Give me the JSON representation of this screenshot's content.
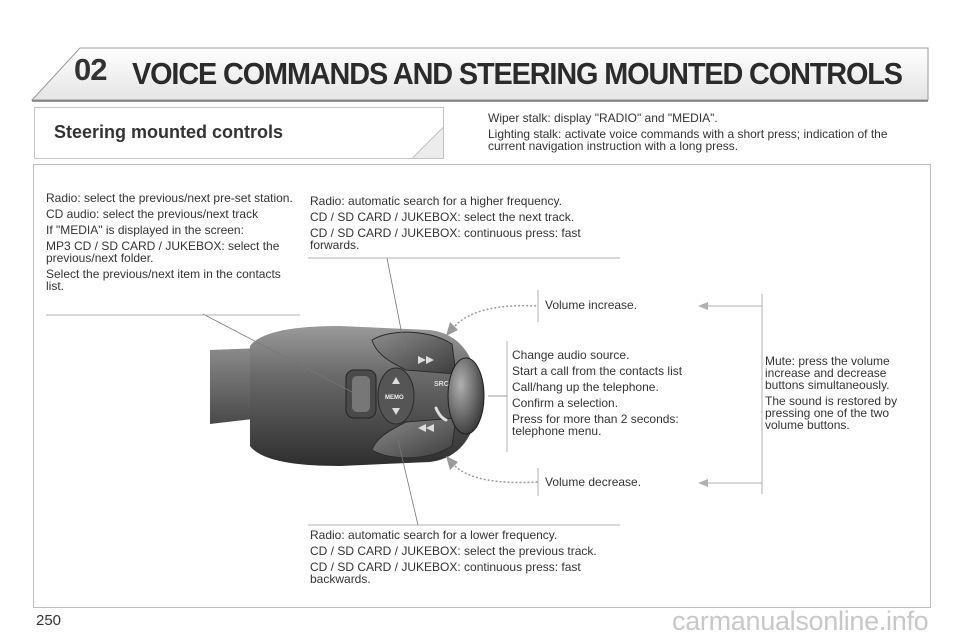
{
  "header": {
    "chapter_number": "02",
    "chapter_title": "VOICE COMMANDS AND STEERING MOUNTED CONTROLS"
  },
  "section": {
    "title": "Steering mounted controls"
  },
  "intro": [
    "Wiper stalk: display \"RADIO\" and \"MEDIA\".",
    "Lighting stalk: activate voice commands with a short press; indication of the current navigation instruction with a long press."
  ],
  "callouts": {
    "left_thumbwheel": [
      "Radio: select the previous/next pre-set station.",
      "CD audio: select the previous/next track",
      "If \"MEDIA\" is displayed in the screen:",
      "MP3 CD / SD CARD / JUKEBOX: select the previous/next folder.",
      "Select the previous/next item in the contacts list."
    ],
    "seek_up": [
      "Radio: automatic search for a higher frequency.",
      "CD / SD CARD / JUKEBOX: select the next track.",
      "CD / SD CARD / JUKEBOX: continuous press: fast forwards."
    ],
    "seek_down": [
      "Radio: automatic search for a lower frequency.",
      "CD / SD CARD / JUKEBOX: select the previous track.",
      "CD / SD CARD / JUKEBOX: continuous press: fast backwards."
    ],
    "source_button": [
      "Change audio source.",
      "Start a call from the contacts list",
      "Call/hang up the telephone.",
      "Confirm a selection.",
      "Press for more than 2 seconds: telephone menu."
    ],
    "volume_increase": "Volume increase.",
    "volume_decrease": "Volume decrease.",
    "mute": [
      "Mute: press the volume increase and decrease buttons simultaneously.",
      "The sound is restored by pressing one of the two volume buttons."
    ]
  },
  "control_labels": {
    "memo": "MEMO",
    "src": "SRC"
  },
  "page_number": "250",
  "watermark": "carmanualsonline.info"
}
